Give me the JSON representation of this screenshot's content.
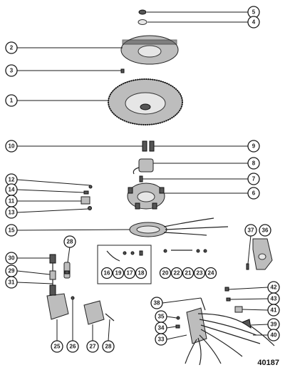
{
  "reference_number": "40187",
  "callouts": [
    {
      "id": "c5",
      "label": "5"
    },
    {
      "id": "c4",
      "label": "4"
    },
    {
      "id": "c2",
      "label": "2"
    },
    {
      "id": "c3",
      "label": "3"
    },
    {
      "id": "c1",
      "label": "1"
    },
    {
      "id": "c10",
      "label": "10"
    },
    {
      "id": "c9",
      "label": "9"
    },
    {
      "id": "c8",
      "label": "8"
    },
    {
      "id": "c7",
      "label": "7"
    },
    {
      "id": "c6",
      "label": "6"
    },
    {
      "id": "c12",
      "label": "12"
    },
    {
      "id": "c14",
      "label": "14"
    },
    {
      "id": "c11",
      "label": "11"
    },
    {
      "id": "c13",
      "label": "13"
    },
    {
      "id": "c15",
      "label": "15"
    },
    {
      "id": "c37",
      "label": "37"
    },
    {
      "id": "c36",
      "label": "36"
    },
    {
      "id": "c28a",
      "label": "28"
    },
    {
      "id": "c30",
      "label": "30"
    },
    {
      "id": "c29",
      "label": "29"
    },
    {
      "id": "c31",
      "label": "31"
    },
    {
      "id": "c16",
      "label": "16"
    },
    {
      "id": "c19",
      "label": "19"
    },
    {
      "id": "c17",
      "label": "17"
    },
    {
      "id": "c18",
      "label": "18"
    },
    {
      "id": "c20",
      "label": "20"
    },
    {
      "id": "c22",
      "label": "22"
    },
    {
      "id": "c21",
      "label": "21"
    },
    {
      "id": "c23",
      "label": "23"
    },
    {
      "id": "c24",
      "label": "24"
    },
    {
      "id": "c42",
      "label": "42"
    },
    {
      "id": "c43",
      "label": "43"
    },
    {
      "id": "c41",
      "label": "41"
    },
    {
      "id": "c38",
      "label": "38"
    },
    {
      "id": "c35",
      "label": "35"
    },
    {
      "id": "c34",
      "label": "34"
    },
    {
      "id": "c33",
      "label": "33"
    },
    {
      "id": "c39",
      "label": "39"
    },
    {
      "id": "c40",
      "label": "40"
    },
    {
      "id": "c25",
      "label": "25"
    },
    {
      "id": "c26",
      "label": "26"
    },
    {
      "id": "c27",
      "label": "27"
    },
    {
      "id": "c28b",
      "label": "28"
    }
  ]
}
